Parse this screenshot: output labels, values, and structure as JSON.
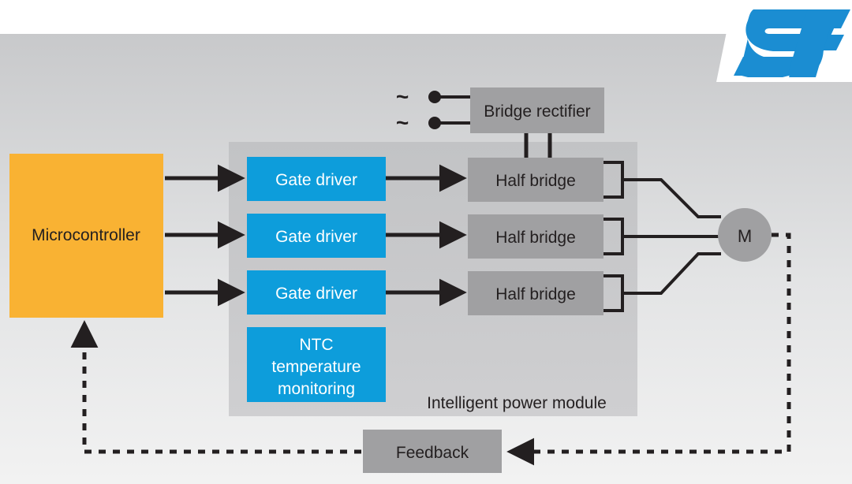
{
  "diagram": {
    "title_text": "Intelligent power module",
    "background": {
      "top_strip_color": "#ffffff",
      "gradient_top_color": "#c8c9cb",
      "gradient_bottom_color": "#f2f2f2"
    },
    "colors": {
      "orange": "#f9b233",
      "blue": "#0d9ddb",
      "gray_box": "#a0a0a2",
      "module_panel": "#c5c5c7",
      "line": "#231f20",
      "logo_blue": "#1b8dd2"
    },
    "blocks": {
      "microcontroller": {
        "label": "Microcontroller"
      },
      "bridge_rectifier": {
        "label": "Bridge rectifier"
      },
      "feedback": {
        "label": "Feedback"
      },
      "motor": {
        "label": "M"
      },
      "module_caption": {
        "label": "Intelligent power module"
      },
      "gate_drivers": [
        {
          "label": "Gate driver"
        },
        {
          "label": "Gate driver"
        },
        {
          "label": "Gate driver"
        }
      ],
      "ntc": {
        "line1": "NTC",
        "line2": "temperature",
        "line3": "monitoring"
      },
      "half_bridges": [
        {
          "label": "Half bridge"
        },
        {
          "label": "Half bridge"
        },
        {
          "label": "Half bridge"
        }
      ]
    },
    "ac_inputs": [
      {
        "symbol": "~"
      },
      {
        "symbol": "~"
      }
    ],
    "logo": {
      "name": "st-logo",
      "alt_text": "ST"
    }
  }
}
